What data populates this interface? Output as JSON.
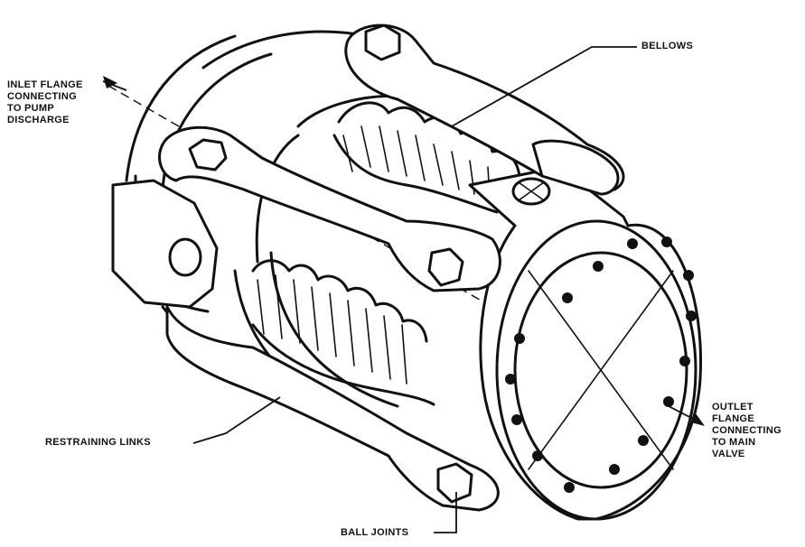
{
  "labels": {
    "inlet": [
      "INLET FLANGE",
      "CONNECTING",
      "TO PUMP",
      "DISCHARGE"
    ],
    "bellows": "BELLOWS",
    "restraining_links": "RESTRAINING LINKS",
    "outlet": [
      "OUTLET",
      "FLANGE",
      "CONNECTING",
      "TO MAIN",
      "VALVE"
    ],
    "ball_joints": "BALL JOINTS"
  },
  "colors": {
    "ink": "#111111",
    "paper": "#ffffff"
  }
}
